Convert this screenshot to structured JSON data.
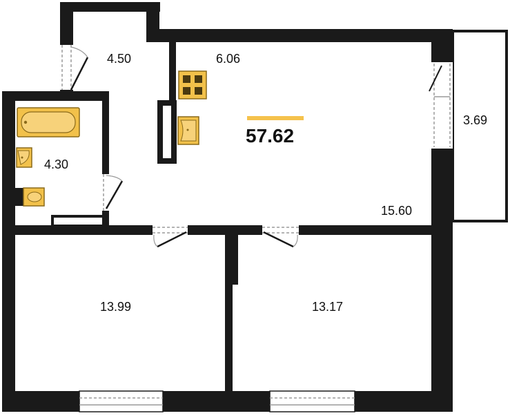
{
  "plan": {
    "total_area": "57.62",
    "rooms": {
      "hall": "4.50",
      "kitchen": "6.06",
      "bathroom": "4.30",
      "balcony": "3.69",
      "living": "15.60",
      "bedroom_left": "13.99",
      "bedroom_right": "13.17"
    },
    "colors": {
      "wall": "#1a1a1a",
      "accent": "#f5c24c",
      "fixture_fill": "#f2c14a",
      "fixture_stroke": "#8a6a1a",
      "door_line": "#9a9a9a"
    }
  }
}
